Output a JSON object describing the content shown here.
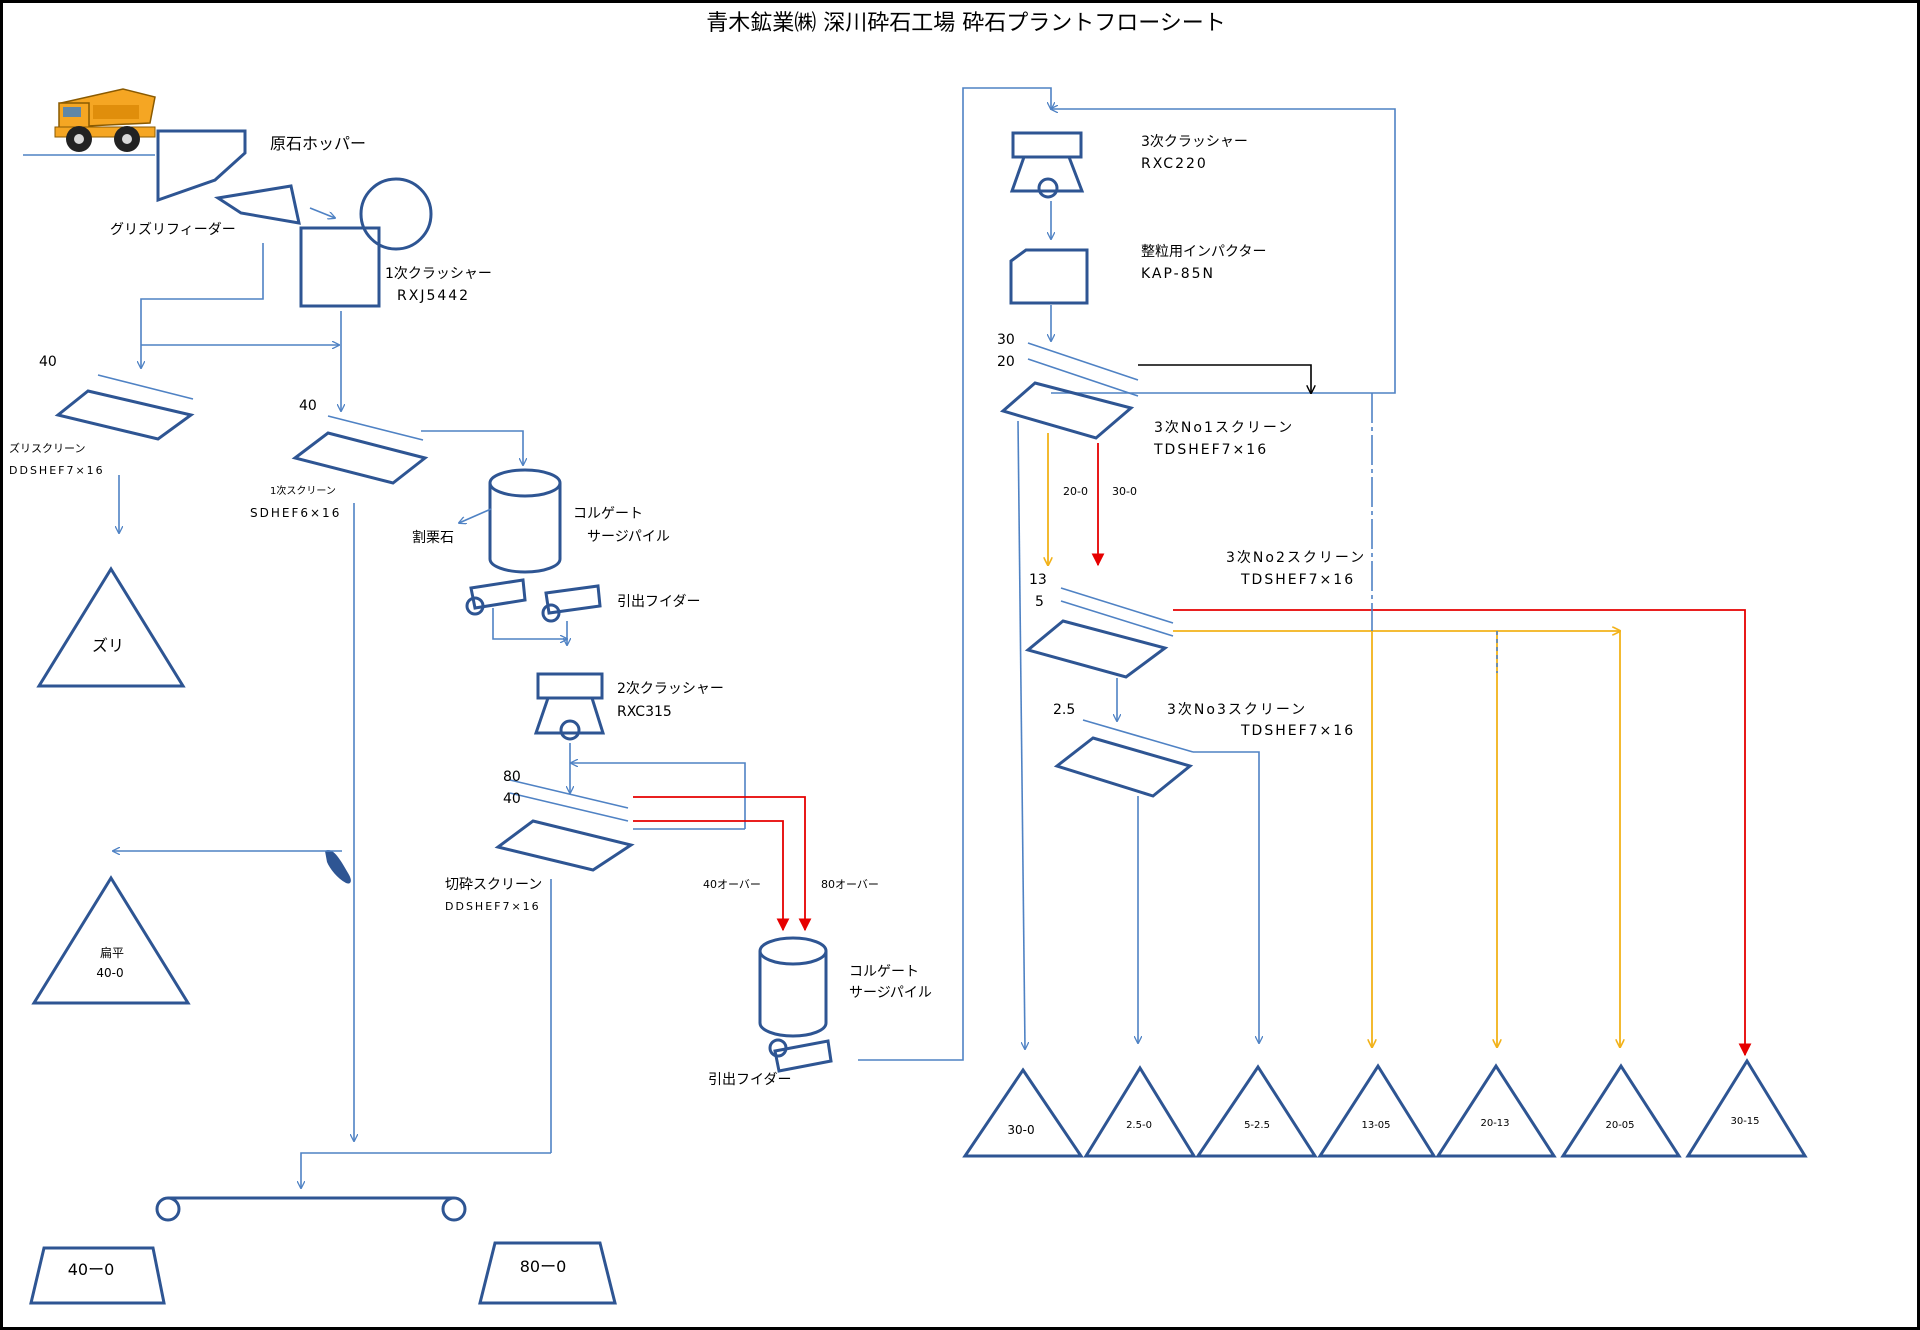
{
  "title": "青木鉱業㈱  深川砕石工場  砕石プラントフローシート",
  "equipment": {
    "raw_hopper": "原石ホッパー",
    "grizzly_feeder": "グリズリフィーダー",
    "primary_crusher": "1次クラッシャー",
    "primary_crusher_model": "RXJ5442",
    "zuri_screen": "ズリスクリーン",
    "zuri_screen_model": "DDSHEF7×16",
    "primary_screen": "1次スクリーン",
    "primary_screen_model": "SDHEF6×16",
    "surge_pile_1_line1": "コルゲート",
    "surge_pile_1_line2": "サージパイル",
    "warikuri": "割栗石",
    "draw_feeder_1": "引出フイダー",
    "secondary_crusher": "2次クラッシャー",
    "secondary_crusher_model": "RXC315",
    "cutting_screen": "切砕スクリーン",
    "cutting_screen_model": "DDSHEF7×16",
    "over_40": "40オーバー",
    "over_80": "80オーバー",
    "surge_pile_2_line1": "コルゲート",
    "surge_pile_2_line2": "サージパイル",
    "draw_feeder_2": "引出フイダー",
    "tertiary_crusher": "3次クラッシャー",
    "tertiary_crusher_model": "RXC220",
    "impactor": "整粒用インパクター",
    "impactor_model": "KAP-85N",
    "no1_screen": "3次No1スクリーン",
    "no1_screen_model": "TDSHEF7×16",
    "no2_screen": "3次No2スクリーン",
    "no2_screen_model": "TDSHEF7×16",
    "no3_screen": "3次No3スクリーン",
    "no3_screen_model": "TDSHEF7×16"
  },
  "mesh_labels": {
    "zuri_40": "40",
    "primary_40": "40",
    "cutting_80": "80",
    "cutting_40": "40",
    "no1_30": "30",
    "no1_20": "20",
    "no1_out_20": "20-0",
    "no1_out_30": "30-0",
    "no2_13": "13",
    "no2_5": "5",
    "no3_25": "2.5"
  },
  "piles": {
    "zuri": "ズリ",
    "henpei_line1": "扁平",
    "henpei_line2": "40-0"
  },
  "bins": [
    "40ー0",
    "80ー0"
  ],
  "products": [
    "30-0",
    "2.5-0",
    "5-2.5",
    "13-05",
    "20-13",
    "20-05",
    "30-15"
  ],
  "colors": {
    "equipment": "#2e5593",
    "flow": "#4f82c4",
    "over_flow": "#e60000",
    "product_flow": "#f2b21a",
    "truck_body": "#f5a623"
  },
  "icons": [
    "dump-truck-icon",
    "magnet-icon"
  ]
}
